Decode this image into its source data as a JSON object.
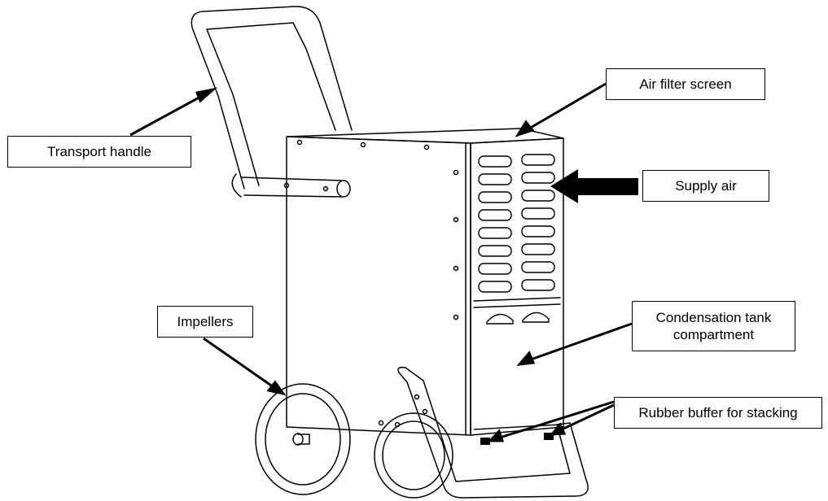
{
  "labels": {
    "transport_handle": "Transport handle",
    "air_filter_screen": "Air filter screen",
    "supply_air": "Supply air",
    "impellers": "Impellers",
    "condensation_tank_line1": "Condensation tank",
    "condensation_tank_line2": "compartment",
    "rubber_buffer": "Rubber buffer for stacking"
  },
  "colors": {
    "line": "#000000",
    "background": "#ffffff"
  }
}
